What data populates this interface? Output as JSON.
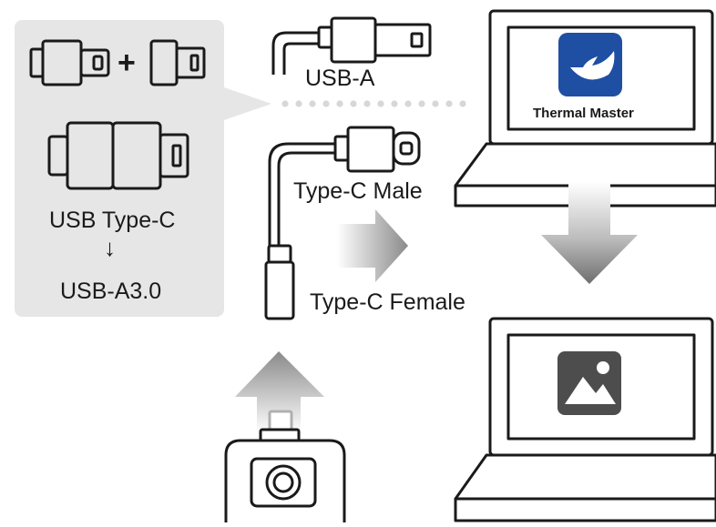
{
  "adapter_panel": {
    "plus_sign": "+",
    "from_label": "USB Type-C",
    "arrow_glyph": "↓",
    "to_label": "USB-A3.0"
  },
  "cables": {
    "usb_a_label": "USB-A",
    "type_c_male_label": "Type-C Male",
    "type_c_female_label": "Type-C Female"
  },
  "laptop_top": {
    "app_name": "Thermal Master",
    "icon": "thermal-master-logo"
  },
  "laptop_bottom": {
    "icon": "image-icon"
  },
  "colors": {
    "panel_bg": "#e6e6e6",
    "brand_blue": "#1f4fa3",
    "outline": "#1a1a1a",
    "dots": "#d7d7d7"
  }
}
